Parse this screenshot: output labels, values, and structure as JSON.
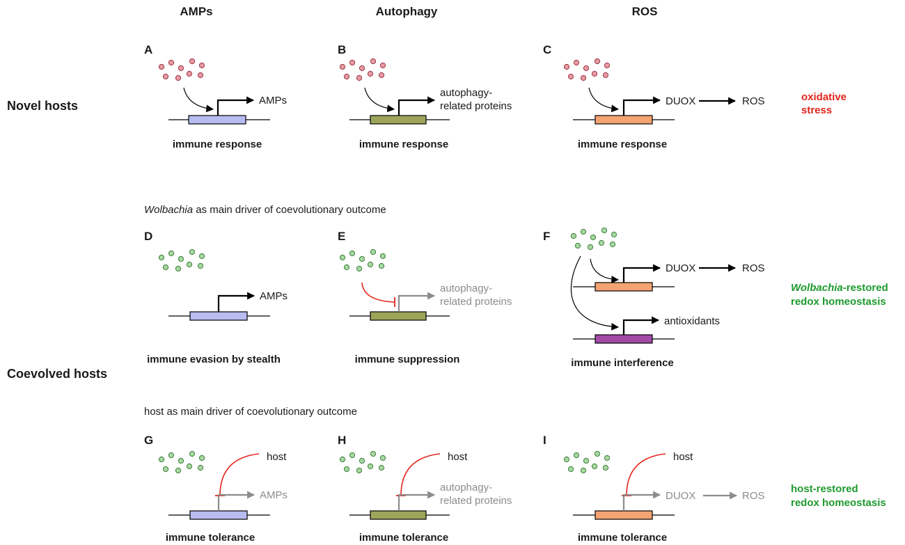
{
  "columns": {
    "amps": "AMPs",
    "autophagy": "Autophagy",
    "ros": "ROS"
  },
  "rows": {
    "novel": "Novel hosts",
    "coevolved": "Coevolved hosts"
  },
  "panels": {
    "a": "A",
    "b": "B",
    "c": "C",
    "d": "D",
    "e": "E",
    "f": "F",
    "g": "G",
    "h": "H",
    "i": "I"
  },
  "drivers": {
    "wolbachia_italic": "Wolbachia",
    "wolbachia_rest": " as main driver of coevolutionary outcome",
    "host": "host as main driver of coevolutionary outcome"
  },
  "labels": {
    "amps": "AMPs",
    "autophagy_line1": "autophagy-",
    "autophagy_line2": "related proteins",
    "duox": "DUOX",
    "ros": "ROS",
    "antioxidants": "antioxidants",
    "host": "host"
  },
  "captions": {
    "immune_response": "immune response",
    "immune_evasion": "immune evasion by stealth",
    "immune_suppression": "immune suppression",
    "immune_interference": "immune interference",
    "immune_tolerance": "immune tolerance"
  },
  "outcomes": {
    "oxidative_1": "oxidative",
    "oxidative_2": "stress",
    "wolbachia_restored_italic": "Wolbachia",
    "wolbachia_restored_rest": "-restored",
    "redox_homeostasis": "redox homeostasis",
    "host_restored": "host-restored"
  },
  "colors": {
    "amp_gene": "#b8bcf0",
    "autophagy_gene": "#9da55a",
    "duox_gene": "#f4a372",
    "antioxidant_gene": "#a24aa6",
    "pathogen_red": "#c8606a",
    "wolbachia_green": "#6fae6f",
    "inhibition_red": "#e2231a",
    "active_arrow": "#000000",
    "inactive_arrow": "#8c8c8c",
    "outcome_red": "#e2231a",
    "outcome_green": "#1f9a2f"
  }
}
